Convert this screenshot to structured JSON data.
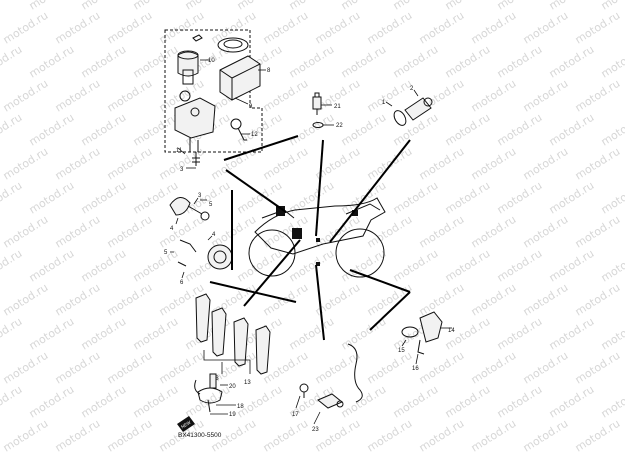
{
  "watermark": {
    "text": "motod.ru"
  },
  "diagram_code": "BX41300-5500",
  "badge_text": "NEW",
  "callouts": {
    "c1": "1",
    "c2": "2",
    "c3": "3",
    "c3b": "3",
    "c4": "4",
    "c4b": "4",
    "c5": "5",
    "c5b": "5",
    "c6": "6",
    "c8": "8",
    "c9": "9",
    "c10": "10",
    "c11": "11",
    "c12": "12",
    "c13": "13",
    "c14": "14",
    "c15": "15",
    "c16": "16",
    "c17": "17",
    "c18": "18",
    "c19": "19",
    "c20": "20",
    "c21": "21",
    "c22": "22",
    "c23": "23"
  },
  "colors": {
    "line": "#111111",
    "watermark": "#d7d7d7",
    "background": "#ffffff"
  }
}
